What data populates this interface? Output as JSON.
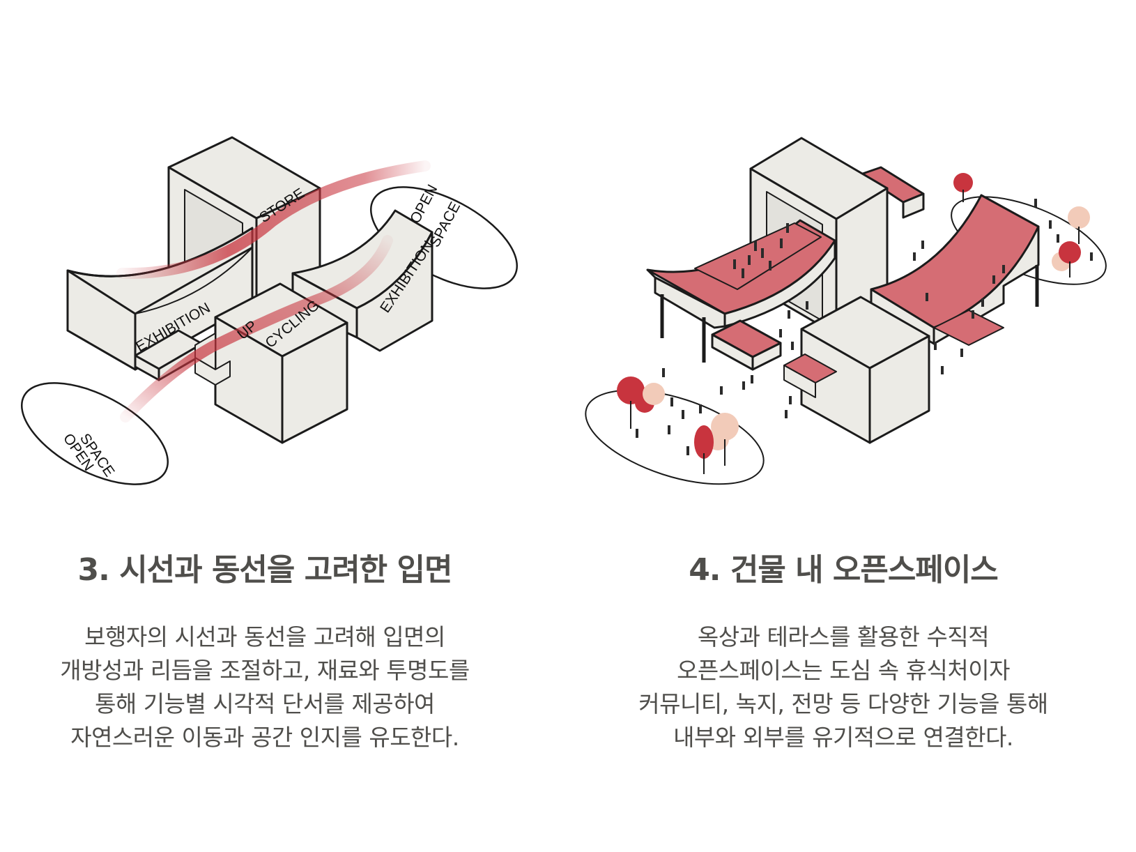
{
  "diagrams": [
    {
      "labels": {
        "store": "STORE",
        "open_space_right": [
          "OPEN",
          "SPACE"
        ],
        "exhibition_left": "EXHIBITION",
        "exhibition_right": "EXHIBITION",
        "upcycling": [
          "UP",
          "CYCLING"
        ],
        "open_space_left": [
          "OPEN",
          "SPACE"
        ]
      },
      "title": "3. 시선과 동선을 고려한 입면",
      "description": [
        "보행자의 시선과 동선을 고려해 입면의",
        "개방성과 리듬을 조절하고, 재료와 투명도를",
        "통해 기능별 시각적 단서를 제공하여",
        "자연스러운 이동과 공간 인지를 유도한다."
      ]
    },
    {
      "title": "4. 건물 내 오픈스페이스",
      "description": [
        "옥상과 테라스를 활용한 수직적",
        "오픈스페이스는 도심 속 휴식처이자",
        "커뮤니티, 녹지, 전망 등 다양한 기능을 통해",
        "내부와 외부를 유기적으로 연결한다."
      ]
    }
  ],
  "colors": {
    "mass": "#ecebe6",
    "outline": "#1b1b1b",
    "accent": "#d56d74",
    "accent_dark": "#c8343e",
    "tree_light": "#f2cbb9",
    "text": "#4f4e4b"
  }
}
